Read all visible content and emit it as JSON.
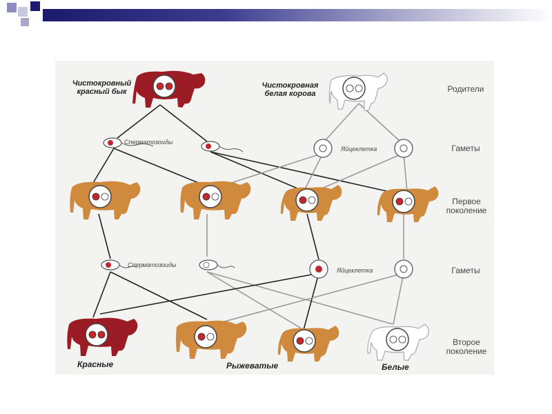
{
  "labels": {
    "parent_bull": "Чистокровный красный бык",
    "parent_cow": "Чистокровная белая корова",
    "sperm_1": "Сперматозоиды",
    "egg_1": "Яйцеклетка",
    "sperm_2": "Сперматозоиды",
    "egg_2": "Яйцеклетка",
    "bottom_red": "Красные",
    "bottom_roan": "Рыжеватые",
    "bottom_white": "Белые"
  },
  "rows": {
    "parents": "Родители",
    "gametes_1": "Гаметы",
    "first_gen": "Первое поколение",
    "gametes_2": "Гаметы",
    "second_gen": "Второе поколение"
  },
  "colors": {
    "red": "#9b1c24",
    "roan": "#d08a3e",
    "white": "#ffffff",
    "allele_red": "#c0282d",
    "line_dark": "#222222",
    "line_light": "#9a9a9a",
    "title_bar": "#1a1a6e"
  }
}
